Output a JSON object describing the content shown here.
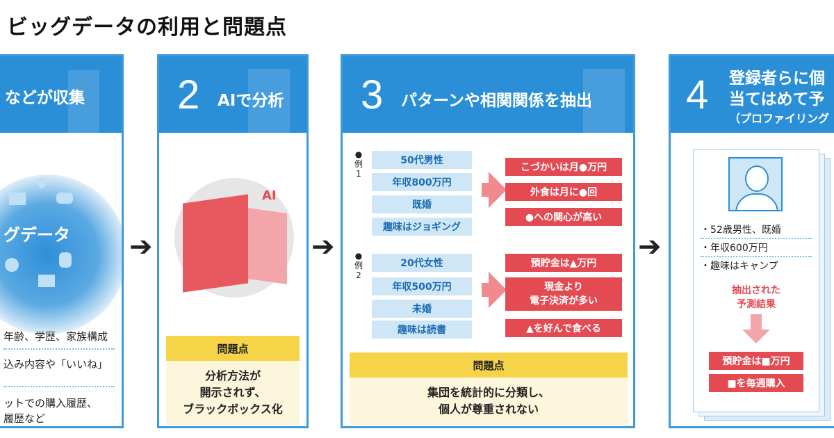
{
  "title": "ビッグデータの利用と問題点",
  "panel1": {
    "header": "などが収集",
    "center_label": "グデータ",
    "items": [
      "年齢、学歴、家族構成",
      "込み内容や「いいね」",
      "ットでの購入履歴、",
      "履歴など"
    ]
  },
  "panel2": {
    "number": "2",
    "header": "AIで分析",
    "ai_label": "AI",
    "problem_title": "問題点",
    "problem_lines": [
      "分析方法が",
      "開示されず、",
      "ブラックボックス化"
    ]
  },
  "panel3": {
    "number": "3",
    "header": "パターンや相関関係を抽出",
    "example1_label": [
      "●",
      "例",
      "1"
    ],
    "example1_inputs": [
      "50代男性",
      "年収800万円",
      "既婚",
      "趣味はジョギング"
    ],
    "example1_outputs": [
      "こづかいは月●万円",
      "外食は月に●回",
      "●への関心が高い"
    ],
    "example2_label": [
      "●",
      "例",
      "2"
    ],
    "example2_inputs": [
      "20代女性",
      "年収500万円",
      "未婚",
      "趣味は読書"
    ],
    "example2_outputs": [
      "預貯金は▲万円",
      "現金より",
      "電子決済が多い",
      "▲を好んで食べる"
    ],
    "problem_title": "問題点",
    "problem_lines": [
      "集団を統計的に分類し、",
      "個人が尊重されない"
    ]
  },
  "panel4": {
    "number": "4",
    "header_lines": [
      "登録者らに個",
      "当てはめて予",
      "（プロファイリング"
    ],
    "profile": [
      "・52歳男性、既婚",
      "・年収600万円",
      "・趣味はキャンプ"
    ],
    "result_label": [
      "抽出された",
      "予測結果"
    ],
    "results": [
      "預貯金は■万円",
      "■を毎週購入"
    ]
  },
  "colors": {
    "header_blue": "#2b8fd8",
    "pill_red": "#e44a52",
    "pill_blue": "#cfe6f6",
    "problem_yellow": "#f6d447"
  }
}
